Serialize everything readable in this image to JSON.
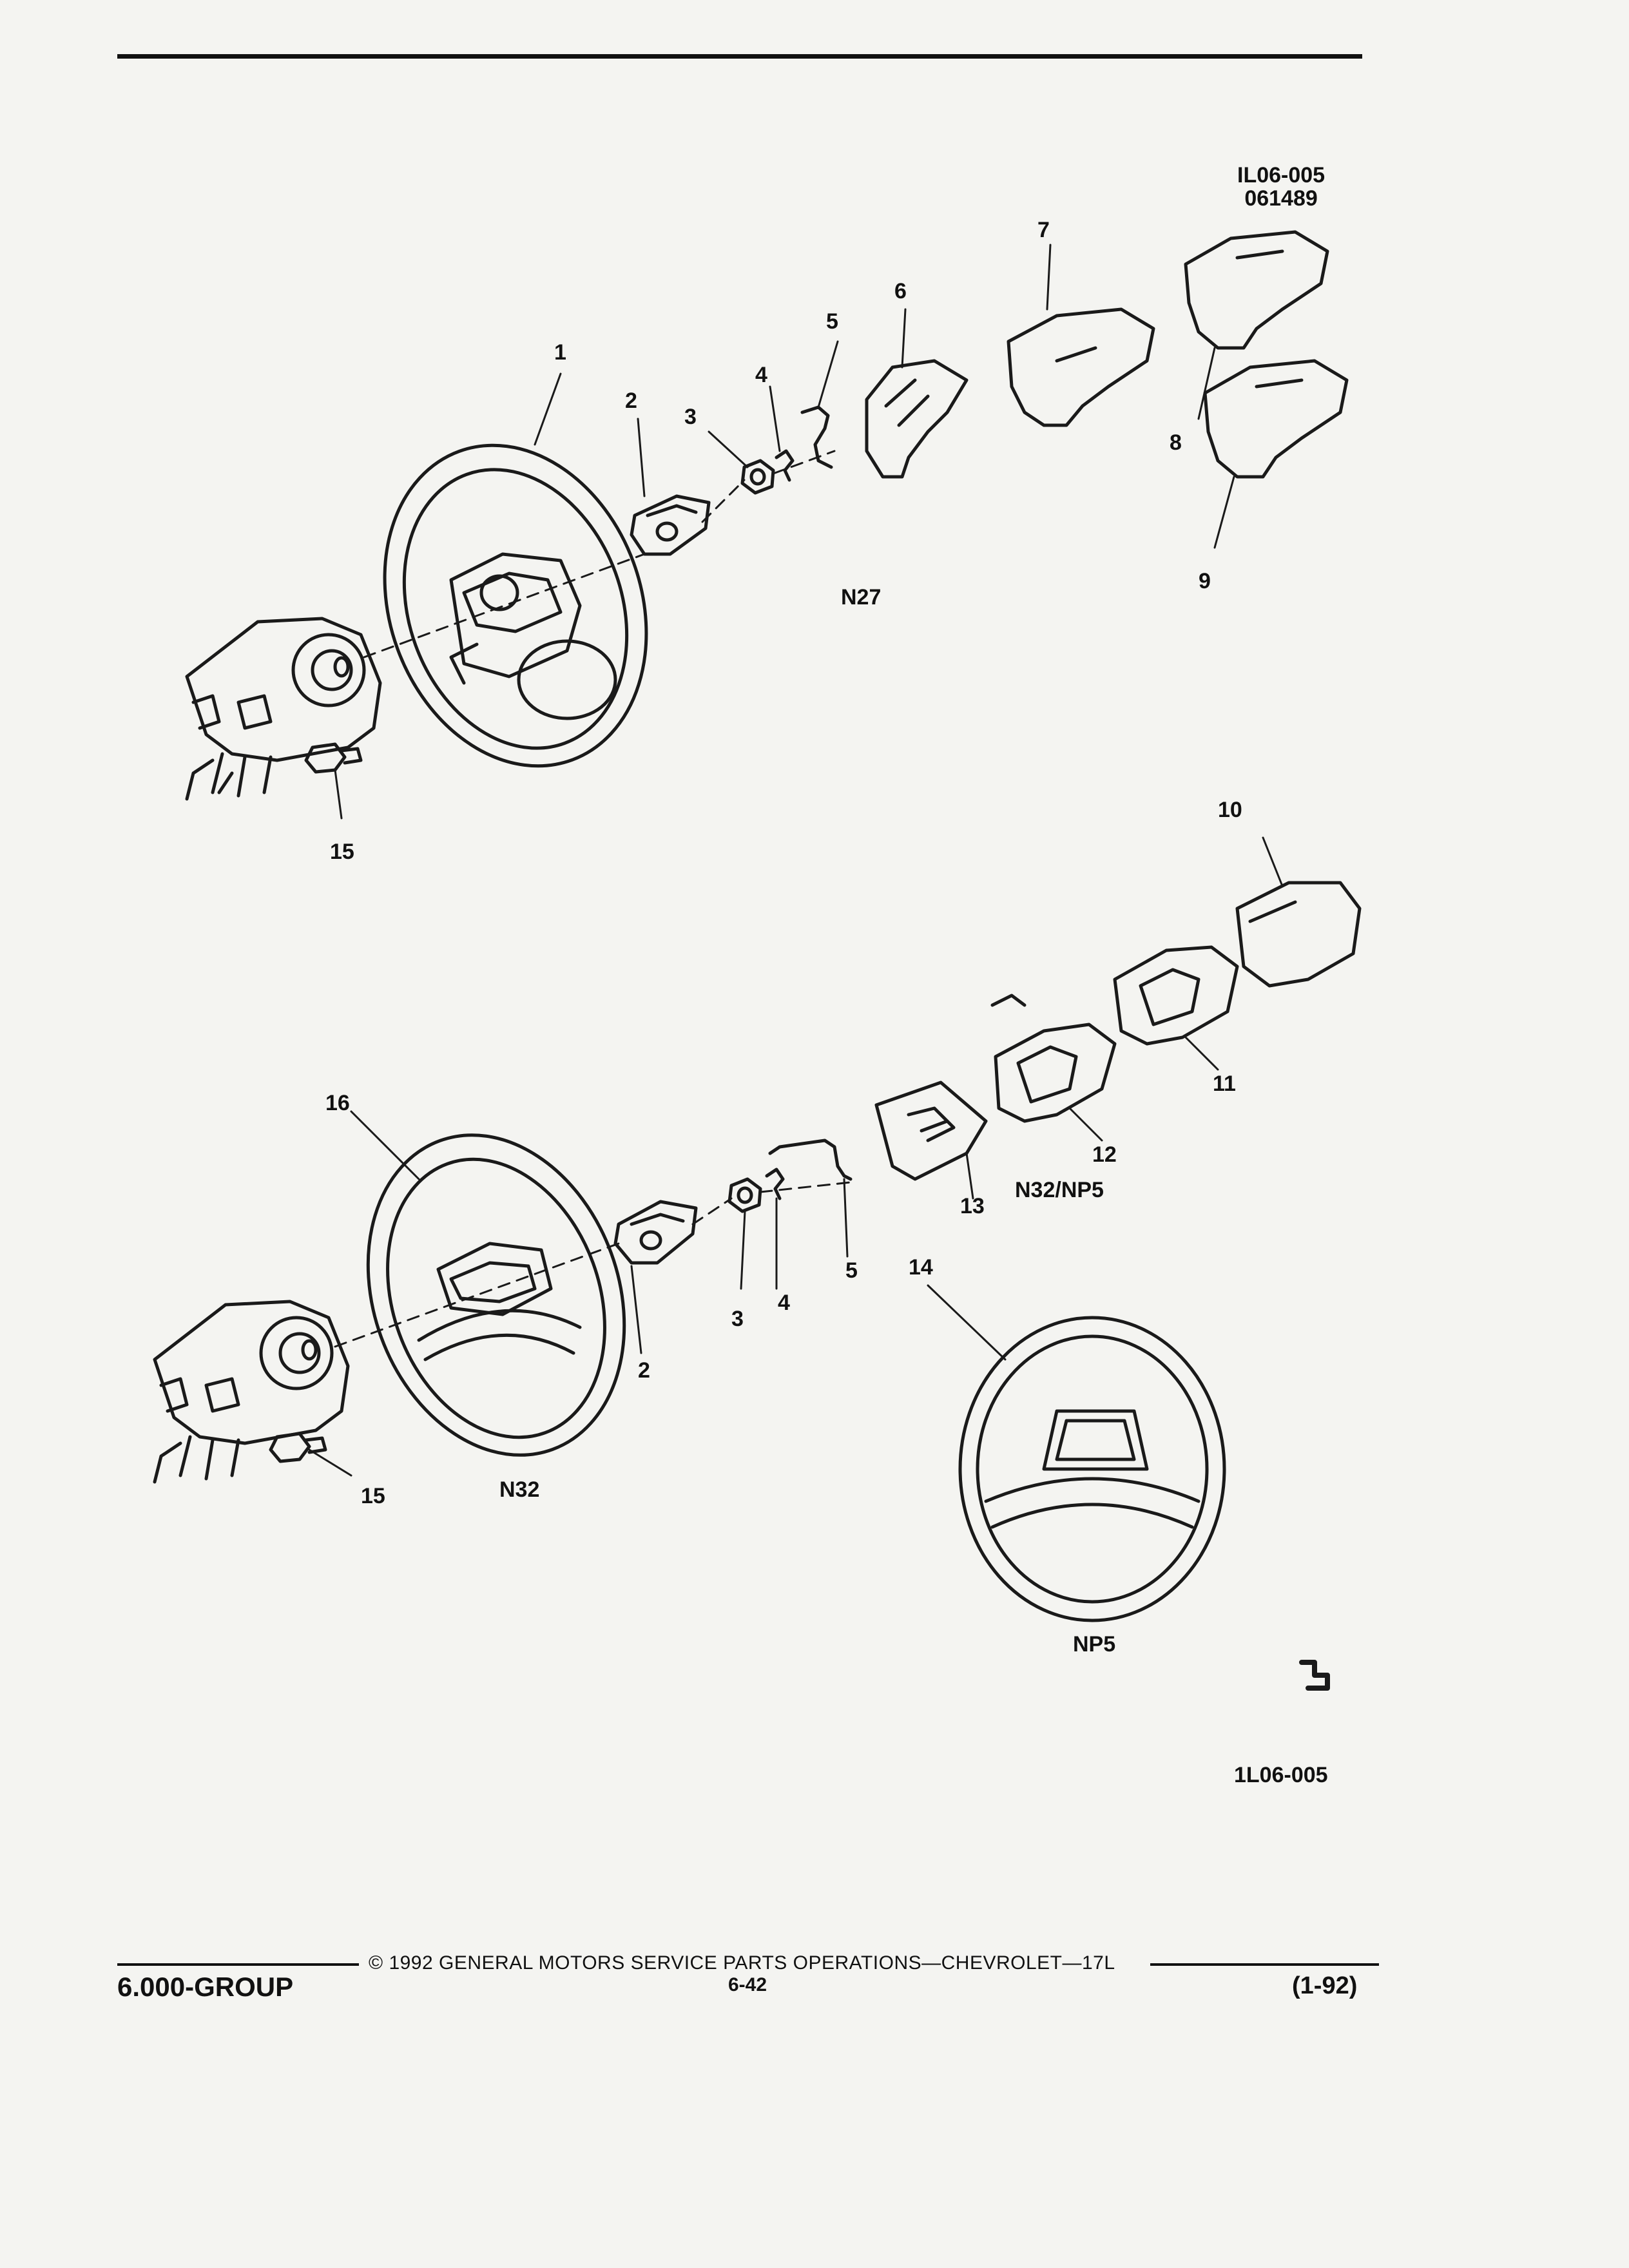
{
  "header": {
    "ref_code_line1": "IL06-005",
    "ref_code_line2": "061489"
  },
  "callouts": {
    "c1": "1",
    "c2": "2",
    "c3": "3",
    "c4": "4",
    "c5": "5",
    "c6": "6",
    "c7": "7",
    "c8": "8",
    "c9": "9",
    "c10": "10",
    "c11": "11",
    "c12": "12",
    "c13": "13",
    "c14": "14",
    "c15_top": "15",
    "c15_bottom": "15",
    "c16": "16",
    "c2_bottom": "2",
    "c3_bottom": "3",
    "c4_bottom": "4",
    "c5_bottom": "5"
  },
  "option_codes": {
    "n27": "N27",
    "n32_np5": "N32/NP5",
    "n32": "N32",
    "np5": "NP5"
  },
  "figure_code": "1L06-005",
  "footer": {
    "group": "6.000-GROUP",
    "copyright": "© 1992 GENERAL MOTORS SERVICE PARTS OPERATIONS—CHEVROLET—17L",
    "page_number": "6-42",
    "revision": "(1-92)"
  }
}
